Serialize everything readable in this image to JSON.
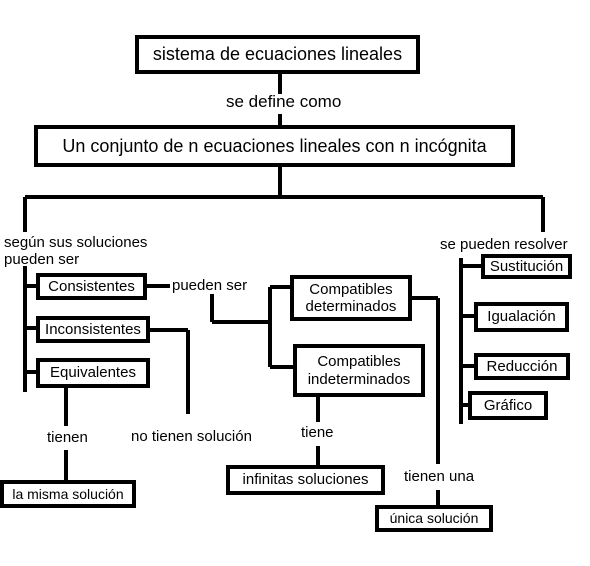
{
  "nodes": {
    "root": "sistema de ecuaciones lineales",
    "definition": "Un conjunto de n ecuaciones lineales  con n incógnita",
    "consistentes": "Consistentes",
    "inconsistentes": "Inconsistentes",
    "equivalentes": "Equivalentes",
    "compat_det": "Compatibles\ndeterminados",
    "compat_indet": "Compatibles\nindeterminados",
    "misma_solucion": "la misma solución",
    "infinitas": "infinitas soluciones",
    "unica": "única solución",
    "sustitucion": "Sustitución",
    "igualacion": "Igualación",
    "reduccion": "Reducción",
    "grafico": "Gráfico"
  },
  "links": {
    "se_define_como": "se define como",
    "segun_soluciones": "según sus soluciones\npueden ser",
    "se_pueden_resolver": "se pueden resolver",
    "pueden_ser": "pueden ser",
    "tienen": "tienen",
    "no_tienen_solucion": "no tienen solución",
    "tiene": "tiene",
    "tienen_una": "tienen una"
  }
}
